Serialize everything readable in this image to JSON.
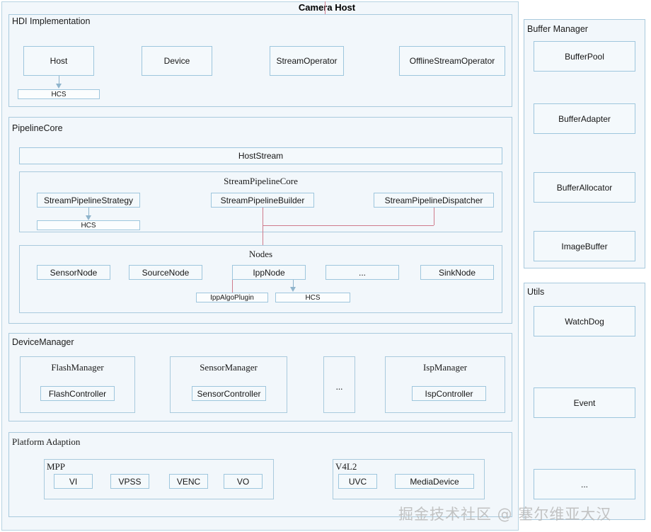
{
  "diagram": {
    "title": "Camera Host",
    "watermark": "掘金技术社区 @ 塞尔维亚大汉",
    "colors": {
      "panel_border": "#a9cadd",
      "box_border": "#9ec6dd",
      "panel_fill": "#f2f7fb",
      "box_fill": "#f4f9fc",
      "connector_red": "#cf7b8c",
      "arrow_blue": "#8fb4cc",
      "text": "#161616"
    }
  },
  "hdi": {
    "label": "HDI Implementation",
    "nodes": [
      {
        "label": "Host"
      },
      {
        "label": "Device"
      },
      {
        "label": "StreamOperator"
      },
      {
        "label": "OfflineStreamOperator"
      }
    ],
    "host_child": {
      "label": "HCS"
    }
  },
  "pipeline_core": {
    "label": "PipelineCore",
    "host_stream": {
      "label": "HostStream"
    },
    "stream_pipeline_core": {
      "label": "StreamPipelineCore",
      "nodes": [
        {
          "label": "StreamPipelineStrategy"
        },
        {
          "label": "StreamPipelineBuilder"
        },
        {
          "label": "StreamPipelineDispatcher"
        }
      ],
      "strategy_child": {
        "label": "HCS"
      }
    },
    "nodes_group": {
      "label": "Nodes",
      "nodes": [
        {
          "label": "SensorNode"
        },
        {
          "label": "SourceNode"
        },
        {
          "label": "IppNode"
        },
        {
          "label": "..."
        },
        {
          "label": "SinkNode"
        }
      ],
      "ipp_children": [
        {
          "label": "IppAlgoPlugin"
        },
        {
          "label": "HCS"
        }
      ]
    }
  },
  "device_manager": {
    "label": "DeviceManager",
    "managers": [
      {
        "label": "FlashManager",
        "child": "FlashController"
      },
      {
        "label": "SensorManager",
        "child": "SensorController"
      },
      {
        "label": "...",
        "child": null
      },
      {
        "label": "IspManager",
        "child": "IspController"
      }
    ]
  },
  "platform_adaption": {
    "label": "Platform Adaption",
    "groups": [
      {
        "label": "MPP",
        "items": [
          "VI",
          "VPSS",
          "VENC",
          "VO"
        ]
      },
      {
        "label": "V4L2",
        "items": [
          "UVC",
          "MediaDevice"
        ]
      }
    ]
  },
  "buffer_manager": {
    "label": "Buffer Manager",
    "items": [
      {
        "label": "BufferPool"
      },
      {
        "label": "BufferAdapter"
      },
      {
        "label": "BufferAllocator"
      },
      {
        "label": "ImageBuffer"
      }
    ]
  },
  "utils": {
    "label": "Utils",
    "items": [
      {
        "label": "WatchDog"
      },
      {
        "label": "Event"
      },
      {
        "label": "..."
      }
    ]
  }
}
